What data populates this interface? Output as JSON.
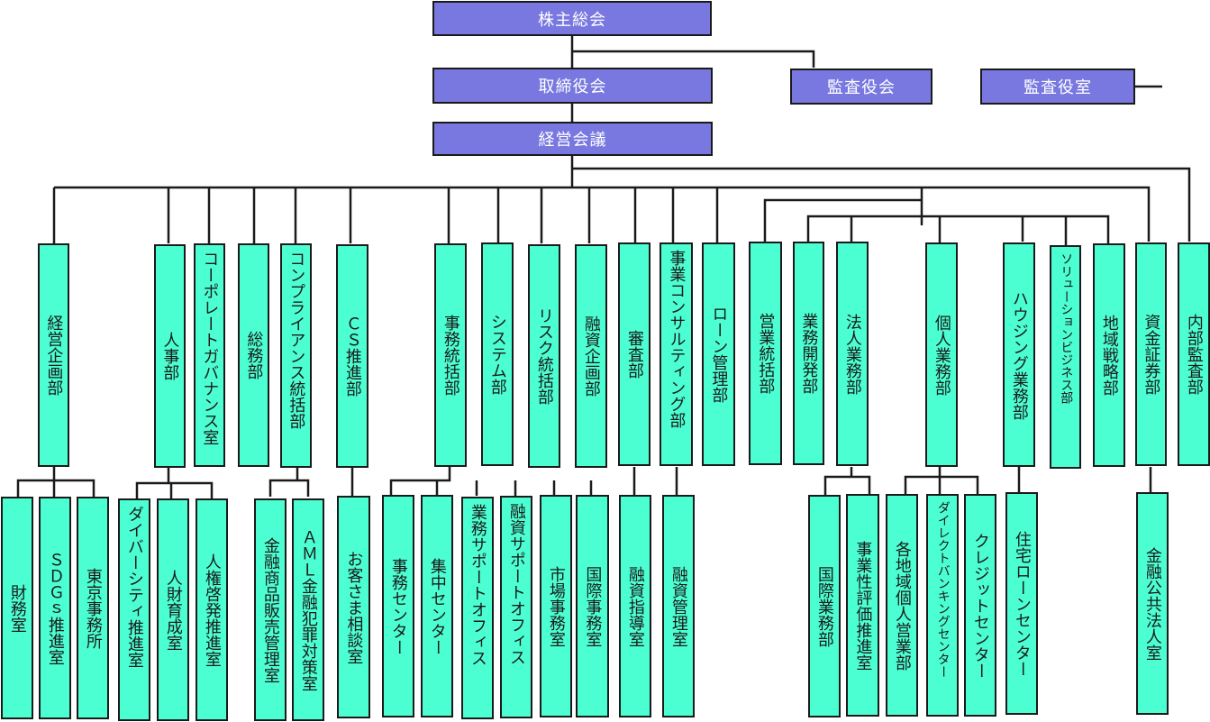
{
  "colors": {
    "executive_box": "#7878e0",
    "department_box": "#4cffd2",
    "line": "#1a1a1a"
  },
  "executive": {
    "shareholders": "株主総会",
    "board": "取締役会",
    "audit_board": "監査役会",
    "audit_office": "監査役室",
    "management_committee": "経営会議"
  },
  "departments": [
    {
      "name": "経営企画部",
      "children": [
        "財務室",
        "ＳＤＧｓ推進室",
        "東京事務所"
      ]
    },
    {
      "name": "人事部",
      "children": [
        "ダイバーシティ推進室",
        "人財育成室",
        "人権啓発推進室"
      ]
    },
    {
      "name": "コーポレートガバナンス室",
      "children": []
    },
    {
      "name": "総務部",
      "children": []
    },
    {
      "name": "コンプライアンス統括部",
      "children": [
        "金融商品販売管理室",
        "ＡＭＬ金融犯罪対策室"
      ]
    },
    {
      "name": "ＣＳ推進部",
      "children": [
        "お客さま相談室"
      ]
    },
    {
      "name": "事務統括部",
      "children": [
        "事務センター",
        "集中センター",
        "業務サポートオフィス",
        "融資サポートオフィス",
        "市場事務室",
        "国際事務室"
      ]
    },
    {
      "name": "システム部",
      "children": []
    },
    {
      "name": "リスク統括部",
      "children": []
    },
    {
      "name": "融資企画部",
      "children": []
    },
    {
      "name": "審査部",
      "children": [
        "融資指導室"
      ]
    },
    {
      "name": "事業コンサルティング部",
      "children": [
        "融資管理室"
      ]
    },
    {
      "name": "ローン管理部",
      "children": []
    },
    {
      "name": "営業統括部",
      "children": []
    },
    {
      "name": "業務開発部",
      "children": []
    },
    {
      "name": "法人業務部",
      "children": [
        "国際業務部",
        "事業性評価推進室"
      ]
    },
    {
      "name": "個人業務部",
      "children": [
        "各地域個人営業部",
        "ダイレクトバンキングセンター",
        "クレジットセンター"
      ]
    },
    {
      "name": "ハウジング業務部",
      "children": [
        "住宅ローンセンター"
      ]
    },
    {
      "name": "ソリューションビジネス部",
      "children": []
    },
    {
      "name": "地域戦略部",
      "children": []
    },
    {
      "name": "資金証券部",
      "children": [
        "金融公共法人室"
      ]
    },
    {
      "name": "内部監査部",
      "children": []
    }
  ]
}
